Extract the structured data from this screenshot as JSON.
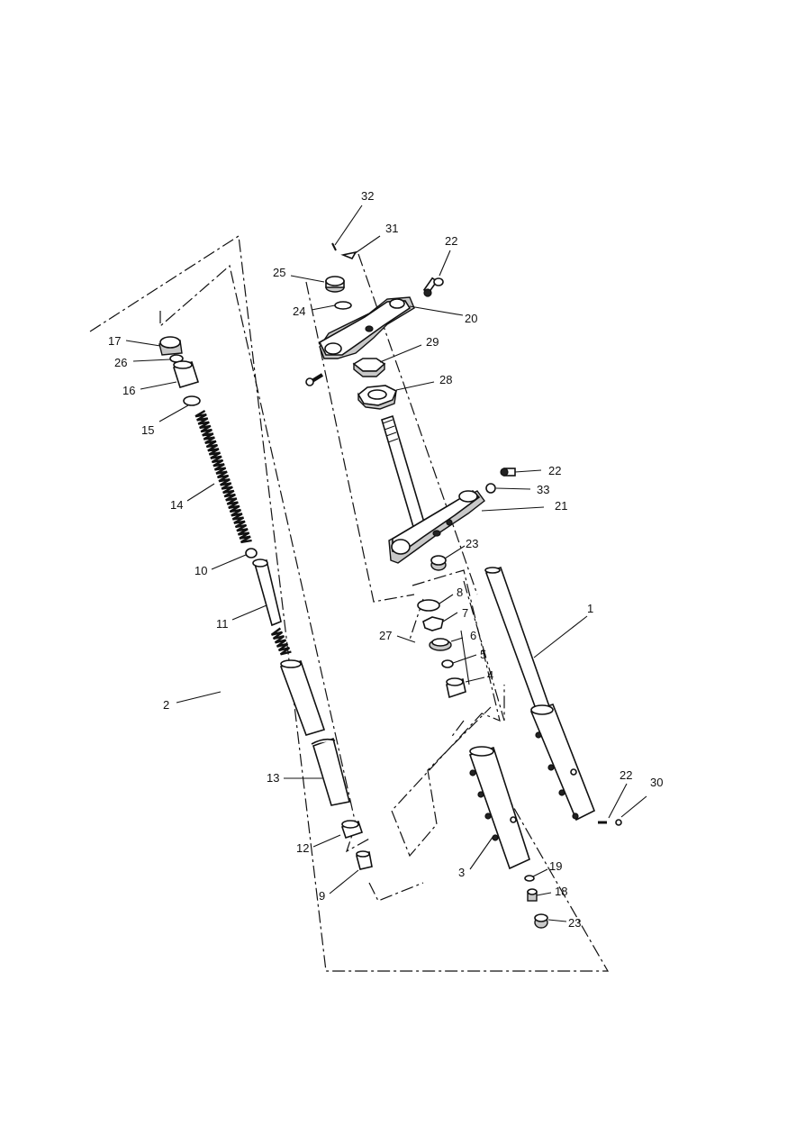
{
  "callouts": [
    {
      "id": "c32",
      "text": "32"
    },
    {
      "id": "c31",
      "text": "31"
    },
    {
      "id": "c22a",
      "text": "22"
    },
    {
      "id": "c25",
      "text": "25"
    },
    {
      "id": "c24",
      "text": "24"
    },
    {
      "id": "c20",
      "text": "20"
    },
    {
      "id": "c29",
      "text": "29"
    },
    {
      "id": "c28",
      "text": "28"
    },
    {
      "id": "c17",
      "text": "17"
    },
    {
      "id": "c26",
      "text": "26"
    },
    {
      "id": "c16",
      "text": "16"
    },
    {
      "id": "c15",
      "text": "15"
    },
    {
      "id": "c14",
      "text": "14"
    },
    {
      "id": "c22b",
      "text": "22"
    },
    {
      "id": "c33",
      "text": "33"
    },
    {
      "id": "c21",
      "text": "21"
    },
    {
      "id": "c23a",
      "text": "23"
    },
    {
      "id": "c10",
      "text": "10"
    },
    {
      "id": "c8",
      "text": "8"
    },
    {
      "id": "c7",
      "text": "7"
    },
    {
      "id": "c27",
      "text": "27"
    },
    {
      "id": "c6",
      "text": "6"
    },
    {
      "id": "c5",
      "text": "5"
    },
    {
      "id": "c4",
      "text": "4"
    },
    {
      "id": "c11",
      "text": "11"
    },
    {
      "id": "c1",
      "text": "1"
    },
    {
      "id": "c2",
      "text": "2"
    },
    {
      "id": "c13",
      "text": "13"
    },
    {
      "id": "c22c",
      "text": "22"
    },
    {
      "id": "c30",
      "text": "30"
    },
    {
      "id": "c12",
      "text": "12"
    },
    {
      "id": "c3",
      "text": "3"
    },
    {
      "id": "c19",
      "text": "19"
    },
    {
      "id": "c9",
      "text": "9"
    },
    {
      "id": "c18",
      "text": "18"
    },
    {
      "id": "c23b",
      "text": "23"
    }
  ]
}
